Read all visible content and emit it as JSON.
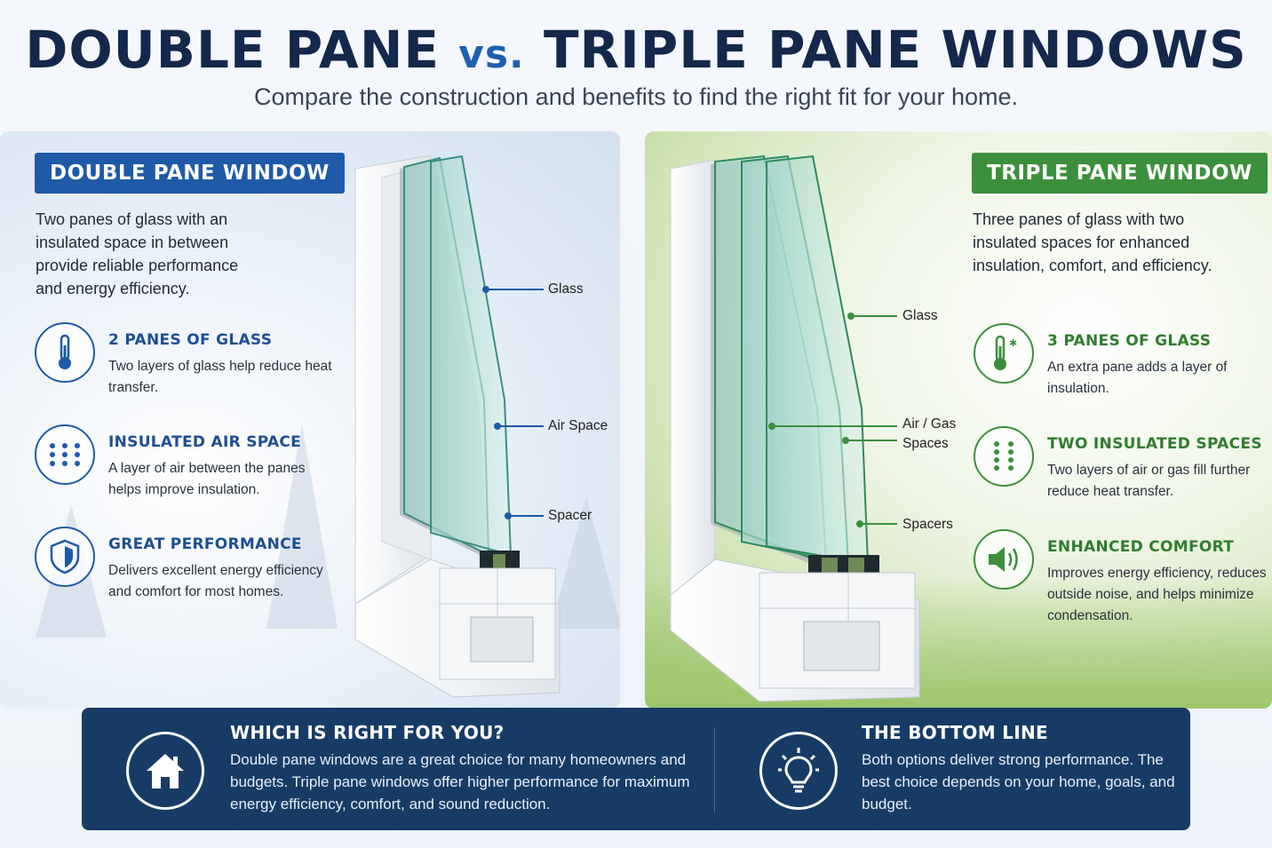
{
  "header": {
    "title_part1": "DOUBLE PANE ",
    "title_vs": "vs.",
    "title_part2": " TRIPLE PANE WINDOWS",
    "subtitle": "Compare the construction and benefits to find the right fit for your home."
  },
  "double": {
    "badge": "DOUBLE PANE WINDOW",
    "intro": "Two panes of glass with an insulated space in between provide reliable performance and energy efficiency.",
    "features": [
      {
        "icon": "thermometer-icon",
        "heading": "2 PANES OF GLASS",
        "text": "Two layers of glass help reduce heat transfer."
      },
      {
        "icon": "dots-grid-icon",
        "heading": "INSULATED AIR SPACE",
        "text": "A layer of air between the panes helps improve insulation."
      },
      {
        "icon": "shield-icon",
        "heading": "GREAT PERFORMANCE",
        "text": "Delivers excellent energy efficiency and comfort for most homes."
      }
    ],
    "callouts": {
      "glass": "Glass",
      "air": "Air Space",
      "spacer": "Spacer"
    }
  },
  "triple": {
    "badge": "TRIPLE PANE WINDOW",
    "intro": "Three panes of glass with two insulated spaces for enhanced insulation, comfort, and efficiency.",
    "features": [
      {
        "icon": "thermometer-snow-icon",
        "heading": "3 PANES OF GLASS",
        "text": "An extra pane adds a layer of insulation."
      },
      {
        "icon": "dots-columns-icon",
        "heading": "TWO INSULATED SPACES",
        "text": "Two layers of air or gas fill further reduce heat transfer."
      },
      {
        "icon": "speaker-icon",
        "heading": "ENHANCED COMFORT",
        "text": "Improves energy efficiency, reduces outside noise, and helps minimize condensation."
      }
    ],
    "callouts": {
      "glass": "Glass",
      "air_line1": "Air / Gas",
      "air_line2": "Spaces",
      "spacer": "Spacers"
    }
  },
  "bottom": {
    "left": {
      "title": "WHICH IS RIGHT FOR YOU?",
      "text": "Double pane windows are a great choice for many homeowners and budgets. Triple pane windows offer higher performance for maximum energy efficiency, comfort, and sound reduction."
    },
    "right": {
      "title": "THE BOTTOM LINE",
      "text": "Both options deliver strong performance. The best choice depends on your home, goals, and budget."
    }
  },
  "colors": {
    "navy": "#13284b",
    "blue": "#1e5aa8",
    "green": "#3c8f3c",
    "bottom_bg": "#183b66"
  }
}
